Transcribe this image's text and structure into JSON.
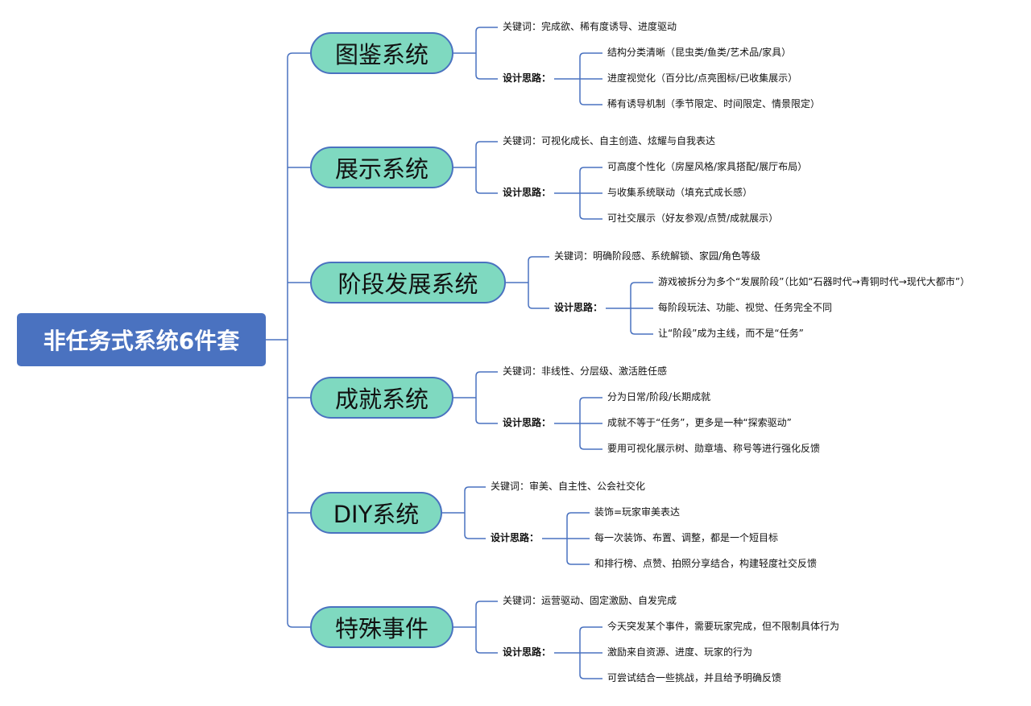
{
  "root": {
    "label": "非任务式系统6件套"
  },
  "branches": [
    {
      "title": "图鉴系统",
      "keyword": "关键词：完成欲、稀有度诱导、进度驱动",
      "design_label": "设计思路：",
      "items": [
        "结构分类清晰（昆虫类/鱼类/艺术品/家具）",
        "进度视觉化（百分比/点亮图标/已收集展示）",
        "稀有诱导机制（季节限定、时间限定、情景限定）"
      ]
    },
    {
      "title": "展示系统",
      "keyword": "关键词：可视化成长、自主创造、炫耀与自我表达",
      "design_label": "设计思路：",
      "items": [
        "可高度个性化（房屋风格/家具搭配/展厅布局）",
        "与收集系统联动（填充式成长感）",
        "可社交展示（好友参观/点赞/成就展示）"
      ]
    },
    {
      "title": "阶段发展系统",
      "keyword": "关键词：明确阶段感、系统解锁、家园/角色等级",
      "design_label": "设计思路：",
      "items": [
        "游戏被拆分为多个“发展阶段”（比如“石器时代→青铜时代→现代大都市”）",
        "每阶段玩法、功能、视觉、任务完全不同",
        "让“阶段”成为主线，而不是“任务”"
      ]
    },
    {
      "title": "成就系统",
      "keyword": "关键词：非线性、分层级、激活胜任感",
      "design_label": "设计思路：",
      "items": [
        "分为日常/阶段/长期成就",
        "成就不等于“任务”，更多是一种“探索驱动”",
        "要用可视化展示树、勋章墙、称号等进行强化反馈"
      ]
    },
    {
      "title": "DIY系统",
      "keyword": "关键词：审美、自主性、公会社交化",
      "design_label": "设计思路：",
      "items": [
        "装饰=玩家审美表达",
        "每一次装饰、布置、调整，都是一个短目标",
        "和排行榜、点赞、拍照分享结合，构建轻度社交反馈"
      ]
    },
    {
      "title": "特殊事件",
      "keyword": "关键词：运营驱动、固定激励、自发完成",
      "design_label": "设计思路：",
      "items": [
        "今天突发某个事件，需要玩家完成，但不限制具体行为",
        "激励来自资源、进度、玩家的行为",
        "可尝试结合一些挑战，并且给予明确反馈"
      ]
    }
  ]
}
